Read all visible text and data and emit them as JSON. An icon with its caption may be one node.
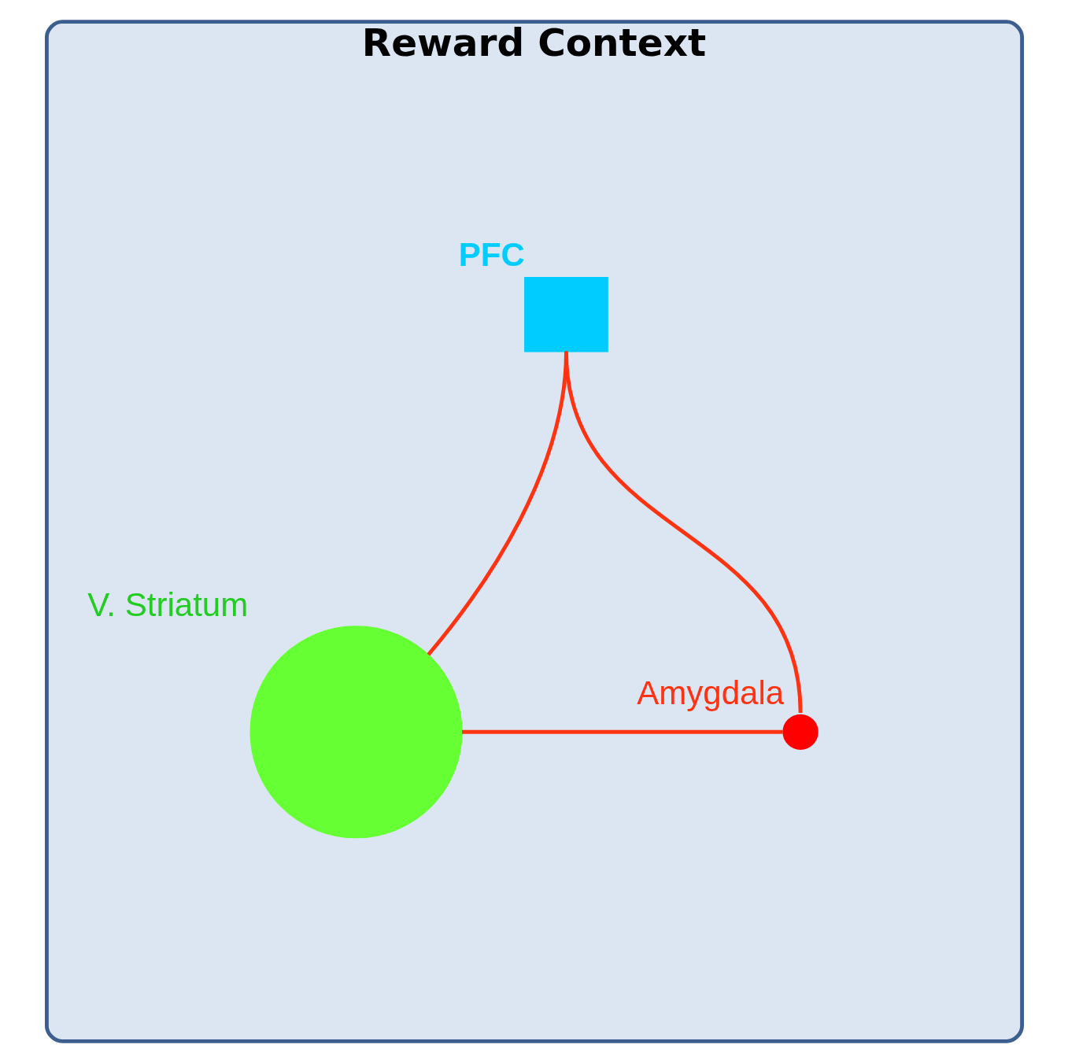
{
  "diagram": {
    "nodes": [
      {
        "text": [
          "Reward Context"
        ]
      },
      {
        "text": [
          "PFC"
        ],
        "in": 0
      },
      {
        "text": [
          "V. Striatum"
        ],
        "in": 0
      },
      {
        "text": [
          "Amygdala"
        ],
        "in": 0
      }
    ],
    "edges": [
      {
        "from": 1,
        "to": 2,
        "arrow": "none"
      },
      {
        "from": 1,
        "to": 3,
        "arrow": "none"
      },
      {
        "from": 2,
        "to": 3,
        "arrow": "none"
      }
    ]
  }
}
